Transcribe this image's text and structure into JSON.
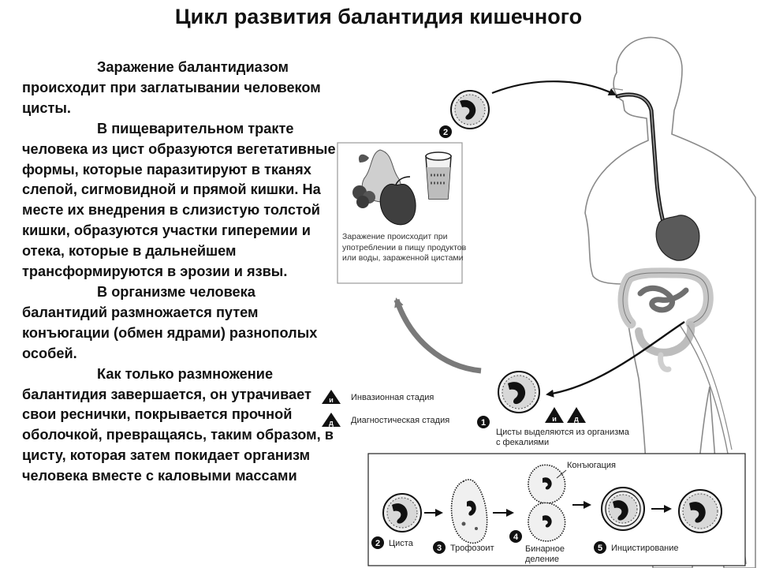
{
  "title": "Цикл развития балантидия кишечного",
  "paragraphs": [
    "Заражение балантидиазом происходит при заглатывании человеком цисты.",
    "В пищеварительном тракте человека из цист образуются вегетативные формы, которые паразитируют в тканях слепой, сигмовидной и прямой кишки. На месте их внедрения в слизистую толстой кишки, образуются участки гиперемии и отека, которые в дальнейшем трансформируются в эрозии и язвы.",
    "В организме человека балантидий размножается путем конъюгации (обмен ядрами) разнополых особей.",
    "Как только размножение балантидия завершается, он утрачивает свои реснички, покрывается  прочной оболочкой, превращаясь, таким образом, в цисту, которая затем покидает организм человека вместе с каловыми массами"
  ],
  "infection_box": {
    "caption": "Заражение происходит при употреблении в пищу продуктов или воды, зараженной цистами"
  },
  "legend": {
    "invasive": {
      "symbol": "и",
      "label": "Инвазионная стадия"
    },
    "diagnostic": {
      "symbol": "д",
      "label": "Диагностическая стадия"
    }
  },
  "steps": {
    "s1": {
      "num": "1",
      "label": "Цисты выделяются из организма с фекалиями"
    },
    "s2_top": {
      "num": "2"
    },
    "s2": {
      "num": "2",
      "label": "Циста"
    },
    "s3": {
      "num": "3",
      "label": "Трофозоит"
    },
    "s4": {
      "num": "4",
      "label": "Бинарное деление"
    },
    "s4_conj": {
      "label": "Конъюгация"
    },
    "s5": {
      "num": "5",
      "label": "Инцистирование"
    }
  },
  "stage_tags": {
    "i": "и",
    "d": "д"
  },
  "colors": {
    "ink": "#111111",
    "gray_arrow": "#7a7a7a",
    "organ": "#8a8a8a",
    "organ_light": "#cfcfcf"
  }
}
